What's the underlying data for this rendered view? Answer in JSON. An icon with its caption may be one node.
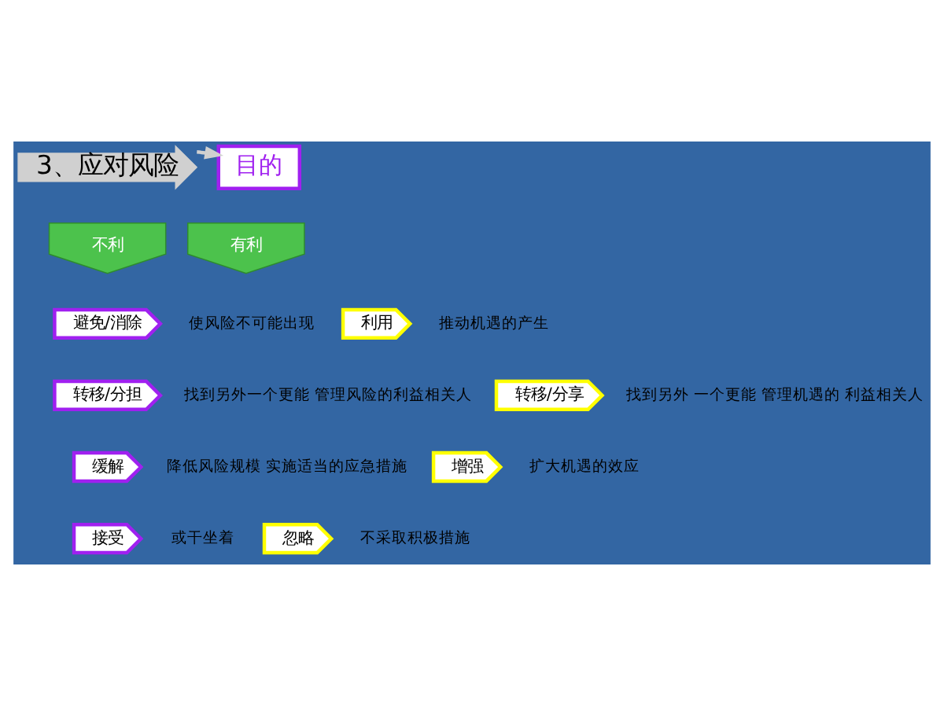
{
  "diagram": {
    "nodes": [
      {
        "text": [
          "3、应对风险"
        ]
      },
      {
        "text": [
          "目的"
        ]
      },
      {
        "text": [
          "不利"
        ]
      },
      {
        "text": [
          "有利"
        ]
      },
      {
        "text": [
          "避免/消除"
        ],
        "beside": [
          "使风险不可能出现"
        ]
      },
      {
        "text": [
          "转移/分担"
        ],
        "beside": [
          "找到另外一个更能 管理风险的利益相关人"
        ]
      },
      {
        "text": [
          "缓解"
        ],
        "beside": [
          "降低风险规模 实施适当的应急措施"
        ]
      },
      {
        "text": [
          "接受"
        ],
        "beside": [
          "或干坐着"
        ]
      },
      {
        "text": [
          "利用"
        ],
        "beside": [
          "推动机遇的产生"
        ]
      },
      {
        "text": [
          "转移/分享"
        ],
        "beside": [
          "找到另外 一个更能 管理机遇的 利益相关人"
        ]
      },
      {
        "text": [
          "增强"
        ],
        "beside": [
          "扩大机遇的效应"
        ]
      },
      {
        "text": [
          "忽略"
        ],
        "beside": [
          "不采取积极措施"
        ]
      }
    ],
    "edges": [
      {
        "from": 0,
        "to": 1,
        "arrow": "to"
      }
    ]
  }
}
